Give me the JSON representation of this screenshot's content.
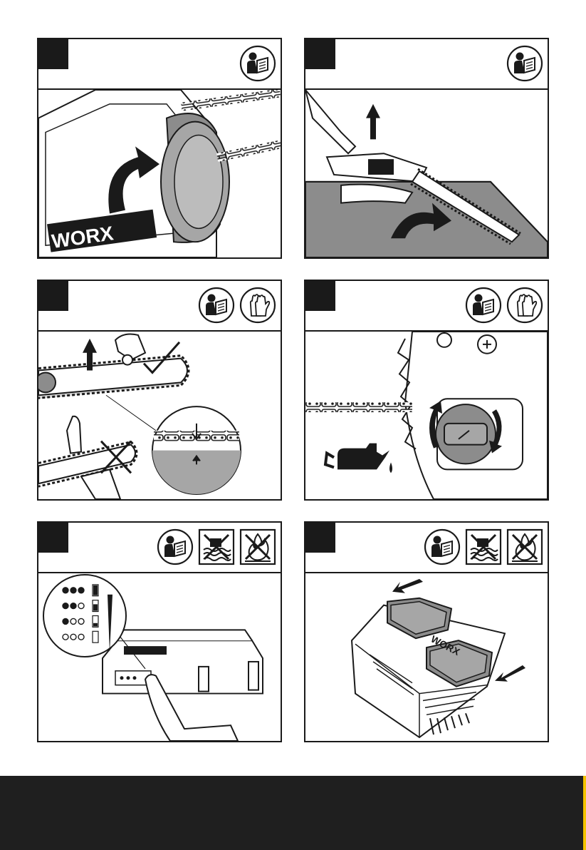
{
  "panels": [
    {
      "number": "",
      "icons": [
        "read-manual-icon"
      ],
      "scene": "attach-sprocket-cover",
      "brand": "WORX"
    },
    {
      "number": "",
      "icons": [
        "read-manual-icon"
      ],
      "scene": "lift-chainsaw-bar"
    },
    {
      "number": "",
      "icons": [
        "read-manual-icon",
        "wear-gloves-icon"
      ],
      "scene": "check-chain-tension"
    },
    {
      "number": "",
      "icons": [
        "read-manual-icon",
        "wear-gloves-icon"
      ],
      "scene": "fill-oil-tank"
    },
    {
      "number": "",
      "icons": [
        "read-manual-icon",
        "no-water-icon",
        "no-fire-icon"
      ],
      "scene": "battery-charge-indicator"
    },
    {
      "number": "",
      "icons": [
        "read-manual-icon",
        "no-water-icon",
        "no-fire-icon"
      ],
      "scene": "dual-battery-charger",
      "brand": "WORX"
    }
  ],
  "battery_indicator_levels": [
    {
      "lit": 3,
      "fill": 1.0
    },
    {
      "lit": 2,
      "fill": 0.66
    },
    {
      "lit": 1,
      "fill": 0.33
    },
    {
      "lit": 0,
      "fill": 0.0
    }
  ],
  "colors": {
    "ink": "#1a1a1a",
    "grey": "#8c8c8c",
    "light_grey": "#d9d9d9",
    "footer": "#1f1f1f",
    "accent": "#f2c200"
  }
}
